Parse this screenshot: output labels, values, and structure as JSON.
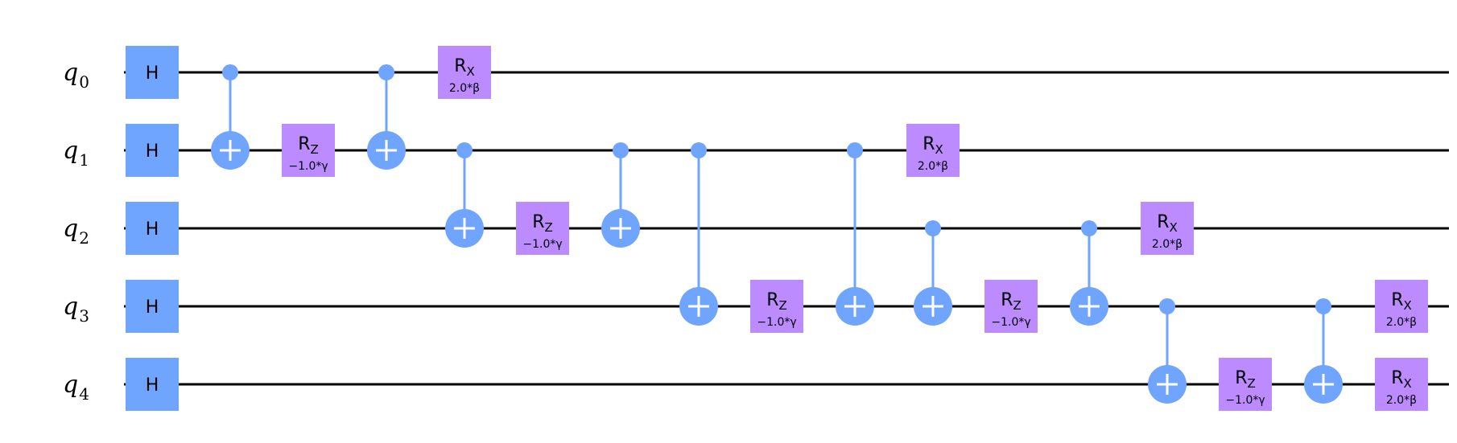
{
  "qubits": [
    {
      "symbol": "q",
      "index": "0"
    },
    {
      "symbol": "q",
      "index": "1"
    },
    {
      "symbol": "q",
      "index": "2"
    },
    {
      "symbol": "q",
      "index": "3"
    },
    {
      "symbol": "q",
      "index": "4"
    }
  ],
  "colors": {
    "wire": "#000000",
    "h_gate": "#6fa4ff",
    "cnot": "#6fa4ff",
    "rotation_gate": "#bb8bff",
    "text": "#000000",
    "target_plus": "#ffffff"
  },
  "gates": [
    {
      "type": "H",
      "label": "H",
      "qubit": 0,
      "col": 0
    },
    {
      "type": "H",
      "label": "H",
      "qubit": 1,
      "col": 0
    },
    {
      "type": "H",
      "label": "H",
      "qubit": 2,
      "col": 0
    },
    {
      "type": "H",
      "label": "H",
      "qubit": 3,
      "col": 0
    },
    {
      "type": "H",
      "label": "H",
      "qubit": 4,
      "col": 0
    },
    {
      "type": "CX",
      "control": 0,
      "target": 1,
      "col": 1
    },
    {
      "type": "R",
      "name": "R",
      "axis": "Z",
      "param": "−1.0*γ",
      "qubit": 1,
      "col": 2
    },
    {
      "type": "CX",
      "control": 0,
      "target": 1,
      "col": 3
    },
    {
      "type": "R",
      "name": "R",
      "axis": "X",
      "param": "2.0*β",
      "qubit": 0,
      "col": 4
    },
    {
      "type": "CX",
      "control": 1,
      "target": 2,
      "col": 4
    },
    {
      "type": "R",
      "name": "R",
      "axis": "Z",
      "param": "−1.0*γ",
      "qubit": 2,
      "col": 5
    },
    {
      "type": "CX",
      "control": 1,
      "target": 2,
      "col": 6
    },
    {
      "type": "CX",
      "control": 1,
      "target": 3,
      "col": 7
    },
    {
      "type": "R",
      "name": "R",
      "axis": "Z",
      "param": "−1.0*γ",
      "qubit": 3,
      "col": 8
    },
    {
      "type": "CX",
      "control": 1,
      "target": 3,
      "col": 9
    },
    {
      "type": "R",
      "name": "R",
      "axis": "X",
      "param": "2.0*β",
      "qubit": 1,
      "col": 10
    },
    {
      "type": "CX",
      "control": 2,
      "target": 3,
      "col": 10
    },
    {
      "type": "R",
      "name": "R",
      "axis": "Z",
      "param": "−1.0*γ",
      "qubit": 3,
      "col": 11
    },
    {
      "type": "CX",
      "control": 2,
      "target": 3,
      "col": 12
    },
    {
      "type": "R",
      "name": "R",
      "axis": "X",
      "param": "2.0*β",
      "qubit": 2,
      "col": 13
    },
    {
      "type": "CX",
      "control": 3,
      "target": 4,
      "col": 13
    },
    {
      "type": "R",
      "name": "R",
      "axis": "Z",
      "param": "−1.0*γ",
      "qubit": 4,
      "col": 14
    },
    {
      "type": "CX",
      "control": 3,
      "target": 4,
      "col": 15
    },
    {
      "type": "R",
      "name": "R",
      "axis": "X",
      "param": "2.0*β",
      "qubit": 3,
      "col": 16
    },
    {
      "type": "R",
      "name": "R",
      "axis": "X",
      "param": "2.0*β",
      "qubit": 4,
      "col": 16
    }
  ]
}
